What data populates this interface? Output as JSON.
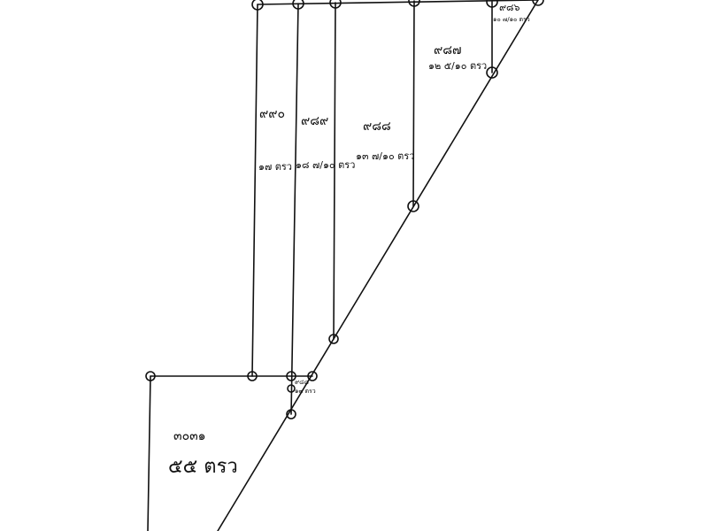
{
  "diagram": {
    "parcels": [
      {
        "id": "p3031",
        "number": "๓๐๓๑",
        "area": "๕๕ ตรว"
      },
      {
        "id": "p4470",
        "number": "๙๙๐",
        "area": "๑๗ ตรว"
      },
      {
        "id": "p4489",
        "number": "๙๘๙",
        "area": "๑๘ ๗/๑๐ ตรว"
      },
      {
        "id": "p4488",
        "number": "๙๘๘",
        "area": "๑๓ ๗/๑๐ ตรว"
      },
      {
        "id": "p4487",
        "number": "๙๘๗",
        "area": "๑๒ ๕/๑๐ ตรว"
      },
      {
        "id": "p4486",
        "number": "๙๘๖",
        "area": "๑๐ ๗/๑๐ ตรว"
      },
      {
        "id": "sliver",
        "number": "๙๘๘",
        "area": "๑๓ ตรว"
      }
    ]
  }
}
